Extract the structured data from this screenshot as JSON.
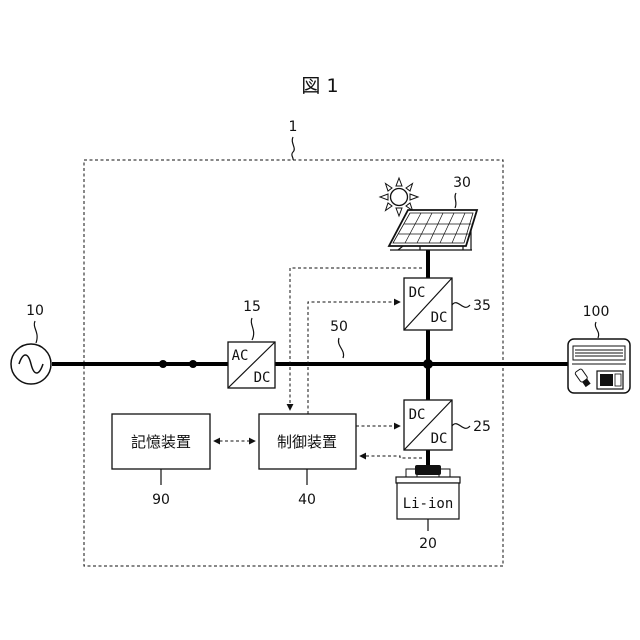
{
  "figure": {
    "title": "図 1"
  },
  "system": {
    "ref": "1"
  },
  "components": {
    "grid": {
      "ref": "10"
    },
    "ac_dc": {
      "ref": "15",
      "top": "AC",
      "bottom": "DC"
    },
    "dc_dc_battery": {
      "ref": "25",
      "top": "DC",
      "bottom": "DC"
    },
    "battery": {
      "ref": "20",
      "label": "Li-ion"
    },
    "solar": {
      "ref": "30"
    },
    "dc_dc_solar": {
      "ref": "35",
      "top": "DC",
      "bottom": "DC"
    },
    "controller": {
      "ref": "40",
      "label": "制御装置"
    },
    "bus": {
      "ref": "50"
    },
    "storage": {
      "ref": "90",
      "label": "記憶装置"
    },
    "load": {
      "ref": "100"
    }
  },
  "icons": [
    "ac-source-icon",
    "sun-icon",
    "solar-panel-icon",
    "battery-icon",
    "home-appliance-icon"
  ]
}
